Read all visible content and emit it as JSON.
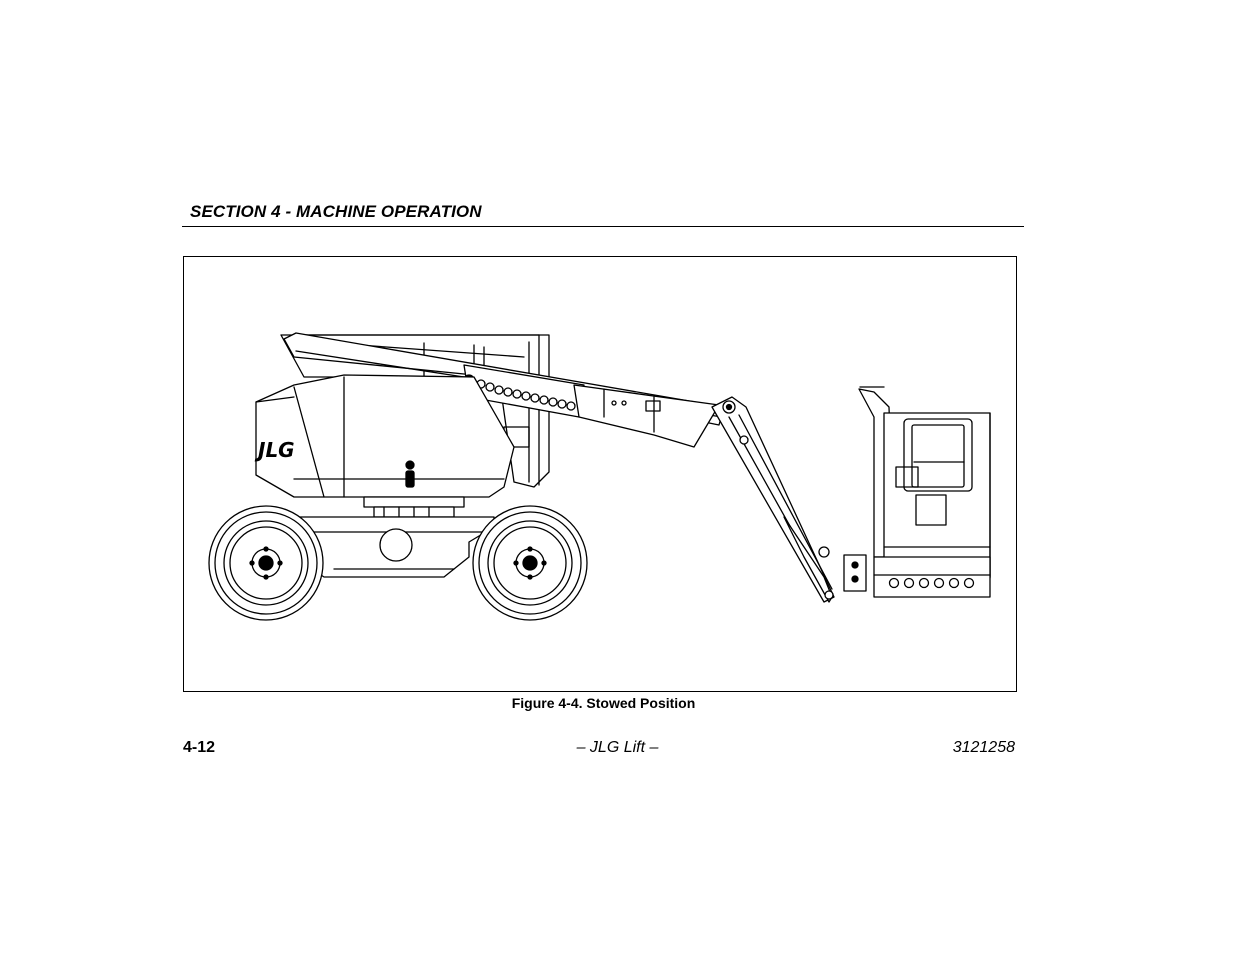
{
  "header": {
    "section_title": "SECTION 4 - MACHINE OPERATION"
  },
  "figure": {
    "caption": "Figure 4-4. Stowed Position",
    "logo_text": "JLG"
  },
  "footer": {
    "page_number": "4-12",
    "center_text": "– JLG Lift –",
    "doc_number": "3121258"
  }
}
